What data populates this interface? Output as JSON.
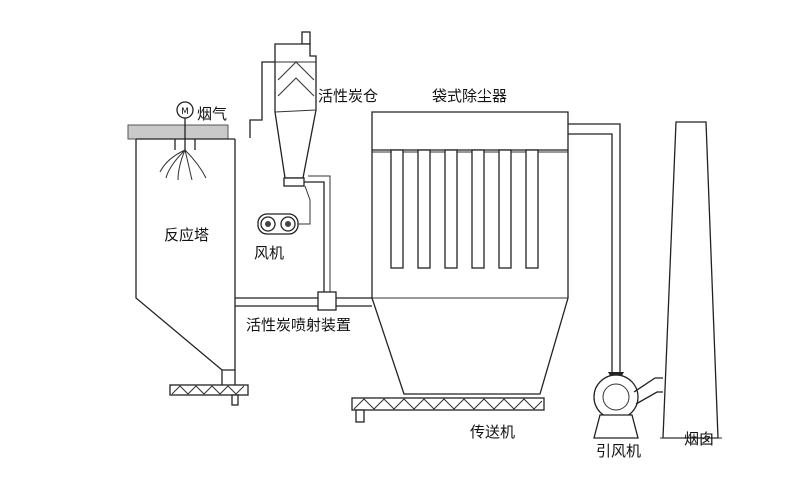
{
  "labels": {
    "flue_gas": "烟气",
    "reactor": "反应塔",
    "carbon_silo": "活性炭仓",
    "fan": "风机",
    "injection_device": "活性炭喷射装置",
    "baghouse": "袋式除尘器",
    "conveyor": "传送机",
    "induced_fan": "引风机",
    "chimney": "烟囱",
    "motor_mark": "M"
  }
}
